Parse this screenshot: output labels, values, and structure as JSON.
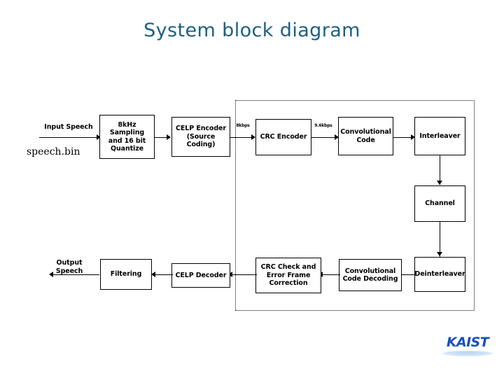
{
  "slide": {
    "title": "System block diagram",
    "title_color": "#1c6183",
    "background_color": "#ffffff"
  },
  "diagram": {
    "type": "block-diagram",
    "encoder_chain_blocks": [
      {
        "id": "sampling",
        "label": "8kHz\nSampling\nand 16 bit\nQuantize"
      },
      {
        "id": "celp-encoder",
        "label": "CELP Encoder\n(Source\nCoding)"
      },
      {
        "id": "crc-encoder",
        "label": "CRC Encoder"
      },
      {
        "id": "convolutional-code",
        "label": "Convolutional\nCode"
      },
      {
        "id": "interleaver",
        "label": "Interleaver"
      }
    ],
    "channel_block": {
      "id": "channel",
      "label": "Channel"
    },
    "decoder_chain_blocks": [
      {
        "id": "deinterleaver",
        "label": "Deinterleaver"
      },
      {
        "id": "convolutional-code-decoding",
        "label": "Convolutional\nCode Decoding"
      },
      {
        "id": "crc-check",
        "label": "CRC Check and\nError Frame\nCorrection"
      },
      {
        "id": "celp-decoder",
        "label": "CELP Decoder"
      },
      {
        "id": "filtering",
        "label": "Filtering"
      }
    ],
    "io_labels": {
      "input_speech": "Input Speech",
      "input_file": "speech.bin",
      "output_speech": "Output\nSpeech"
    },
    "rate_labels": {
      "source_rate": "8kbps",
      "channel_rate": "9.6kbps"
    },
    "grouping_region_label": "",
    "line_color": "#000000",
    "block_fill": "#ffffff"
  },
  "logo": {
    "wordmark": "KAIST",
    "color": "#1a4fbe"
  }
}
